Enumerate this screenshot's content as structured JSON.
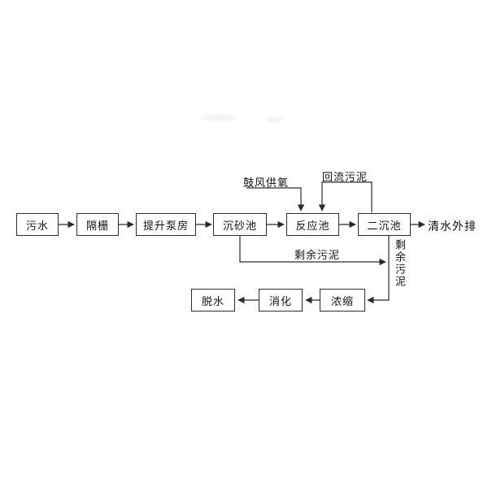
{
  "diagram": {
    "main_flow": [
      {
        "label": "污水"
      },
      {
        "label": "隔栅"
      },
      {
        "label": "提升泵房"
      },
      {
        "label": "沉砂池"
      },
      {
        "label": "反应池"
      },
      {
        "label": "二沉池"
      }
    ],
    "effluent_label": "清水外排",
    "annotations": {
      "blower_oxygen": "鼓风供氧",
      "return_sludge": "回流污泥",
      "excess_sludge_horizontal": "剩余污泥",
      "excess_sludge_vertical": "剩余污泥"
    },
    "sludge_flow": [
      {
        "label": "浓缩"
      },
      {
        "label": "消化"
      },
      {
        "label": "脱水"
      }
    ],
    "colors": {
      "line": "#2b2b2b",
      "text": "#111111",
      "background": "#ffffff"
    }
  }
}
